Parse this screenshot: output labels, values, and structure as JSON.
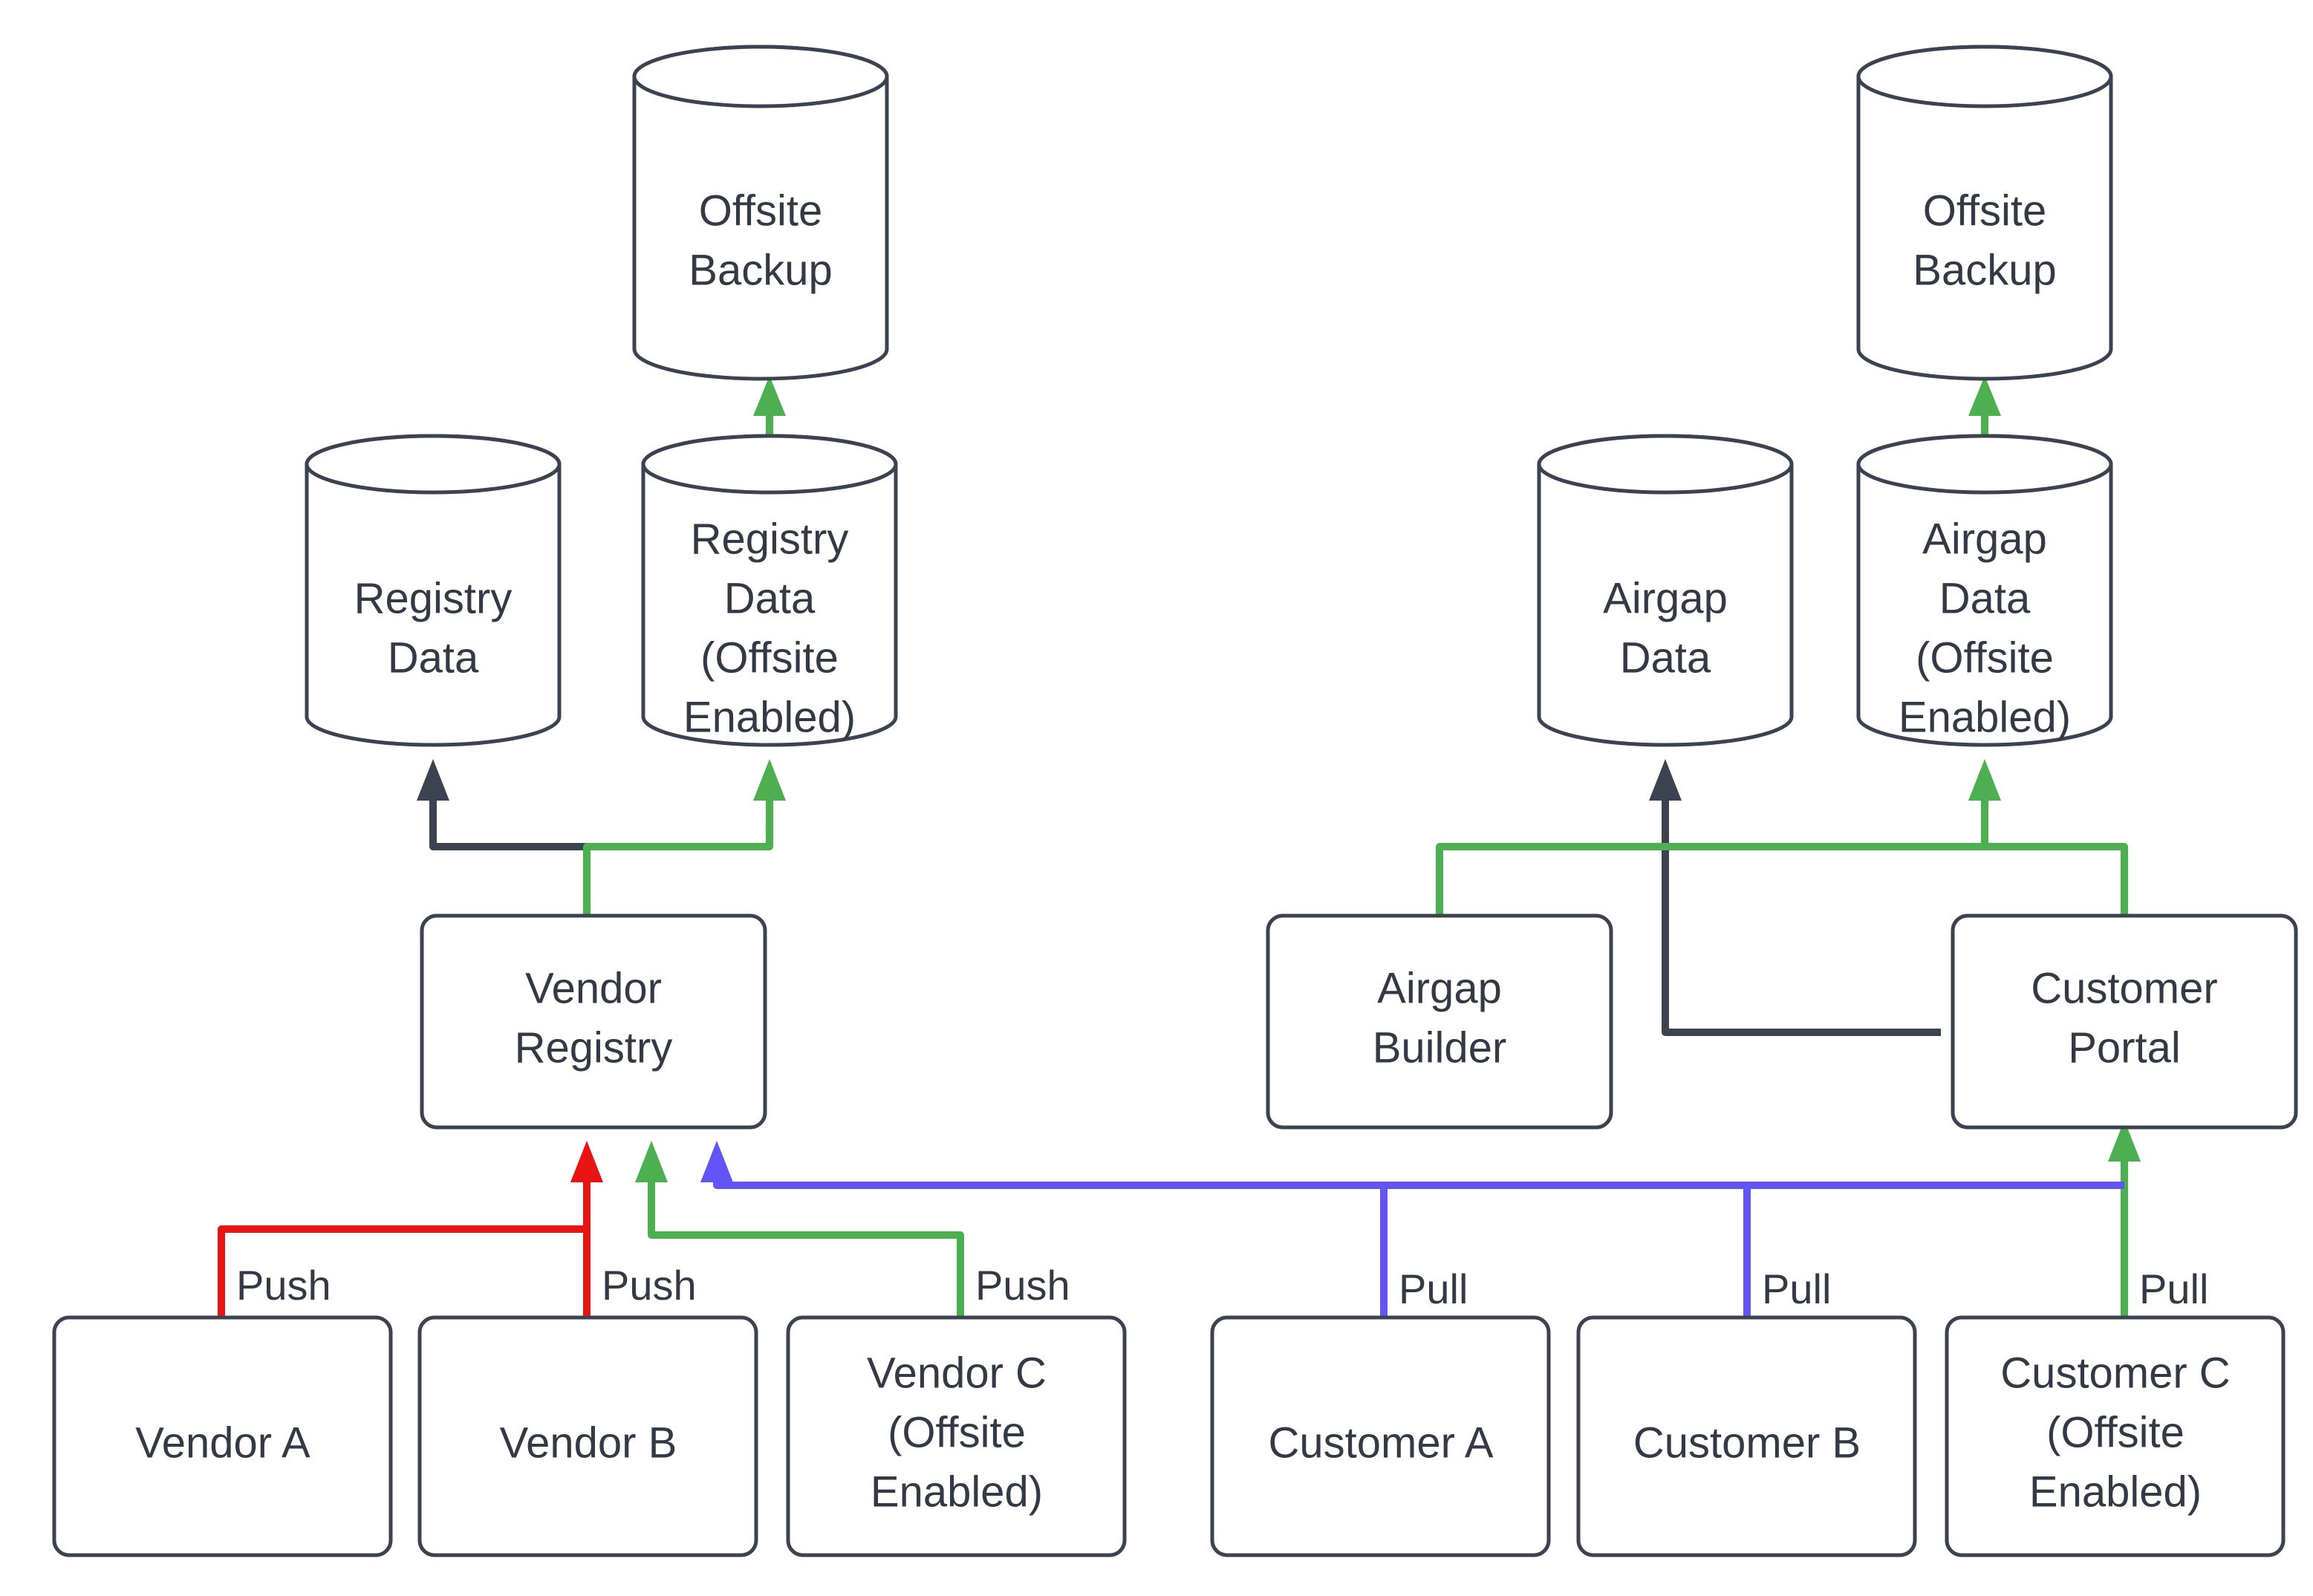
{
  "diagram": {
    "type": "flowchart",
    "background": "#ffffff",
    "colors": {
      "node_stroke": "#3b4350",
      "node_fill": "#ffffff",
      "text": "#333a45",
      "edge_dark": "#3b4350",
      "edge_green": "#4caf50",
      "edge_red": "#e81313",
      "edge_blue": "#6355f5"
    },
    "nodes": {
      "offsite_backup_left": {
        "label_line1": "Offsite",
        "label_line2": "Backup",
        "shape": "cylinder"
      },
      "offsite_backup_right": {
        "label_line1": "Offsite",
        "label_line2": "Backup",
        "shape": "cylinder"
      },
      "registry_data": {
        "label_line1": "Registry",
        "label_line2": "Data",
        "shape": "cylinder"
      },
      "registry_data_offsite": {
        "label_line1": "Registry",
        "label_line2": "Data",
        "label_line3": "(Offsite",
        "label_line4": "Enabled)",
        "shape": "cylinder"
      },
      "airgap_data": {
        "label_line1": "Airgap",
        "label_line2": "Data",
        "shape": "cylinder"
      },
      "airgap_data_offsite": {
        "label_line1": "Airgap",
        "label_line2": "Data",
        "label_line3": "(Offsite",
        "label_line4": "Enabled)",
        "shape": "cylinder"
      },
      "vendor_registry": {
        "label_line1": "Vendor",
        "label_line2": "Registry",
        "shape": "rounded-rect"
      },
      "airgap_builder": {
        "label_line1": "Airgap",
        "label_line2": "Builder",
        "shape": "rounded-rect"
      },
      "customer_portal": {
        "label_line1": "Customer",
        "label_line2": "Portal",
        "shape": "rounded-rect"
      },
      "vendor_a": {
        "label_line1": "Vendor A",
        "shape": "rounded-rect"
      },
      "vendor_b": {
        "label_line1": "Vendor B",
        "shape": "rounded-rect"
      },
      "vendor_c": {
        "label_line1": "Vendor C",
        "label_line2": "(Offsite",
        "label_line3": "Enabled)",
        "shape": "rounded-rect"
      },
      "customer_a": {
        "label_line1": "Customer A",
        "shape": "rounded-rect"
      },
      "customer_b": {
        "label_line1": "Customer B",
        "shape": "rounded-rect"
      },
      "customer_c": {
        "label_line1": "Customer C",
        "label_line2": "(Offsite",
        "label_line3": "Enabled)",
        "shape": "rounded-rect"
      }
    },
    "edge_labels": {
      "vendor_a_push": "Push",
      "vendor_b_push": "Push",
      "vendor_c_push": "Push",
      "customer_a_pull": "Pull",
      "customer_b_pull": "Pull",
      "customer_c_pull": "Pull"
    },
    "edges": [
      {
        "from": "registry_data_offsite",
        "to": "offsite_backup_left",
        "color": "#4caf50",
        "label": ""
      },
      {
        "from": "airgap_data_offsite",
        "to": "offsite_backup_right",
        "color": "#4caf50",
        "label": ""
      },
      {
        "from": "vendor_registry",
        "to": "registry_data",
        "color": "#3b4350",
        "label": ""
      },
      {
        "from": "vendor_registry",
        "to": "registry_data_offsite",
        "color": "#4caf50",
        "label": ""
      },
      {
        "from": "customer_portal",
        "to": "airgap_data",
        "color": "#3b4350",
        "label": ""
      },
      {
        "from": "airgap_builder",
        "to": "airgap_data_offsite",
        "color": "#4caf50",
        "label": ""
      },
      {
        "from": "customer_portal",
        "to": "airgap_data_offsite",
        "color": "#4caf50",
        "label": ""
      },
      {
        "from": "vendor_a",
        "to": "vendor_registry",
        "color": "#e81313",
        "label": "Push"
      },
      {
        "from": "vendor_b",
        "to": "vendor_registry",
        "color": "#e81313",
        "label": "Push"
      },
      {
        "from": "vendor_c",
        "to": "vendor_registry",
        "color": "#4caf50",
        "label": "Push"
      },
      {
        "from": "customer_a",
        "to": "vendor_registry",
        "color": "#6355f5",
        "label": "Pull"
      },
      {
        "from": "customer_b",
        "to": "vendor_registry",
        "color": "#6355f5",
        "label": "Pull"
      },
      {
        "from": "customer_c",
        "to": "customer_portal",
        "color": "#4caf50",
        "label": "Pull"
      }
    ]
  }
}
